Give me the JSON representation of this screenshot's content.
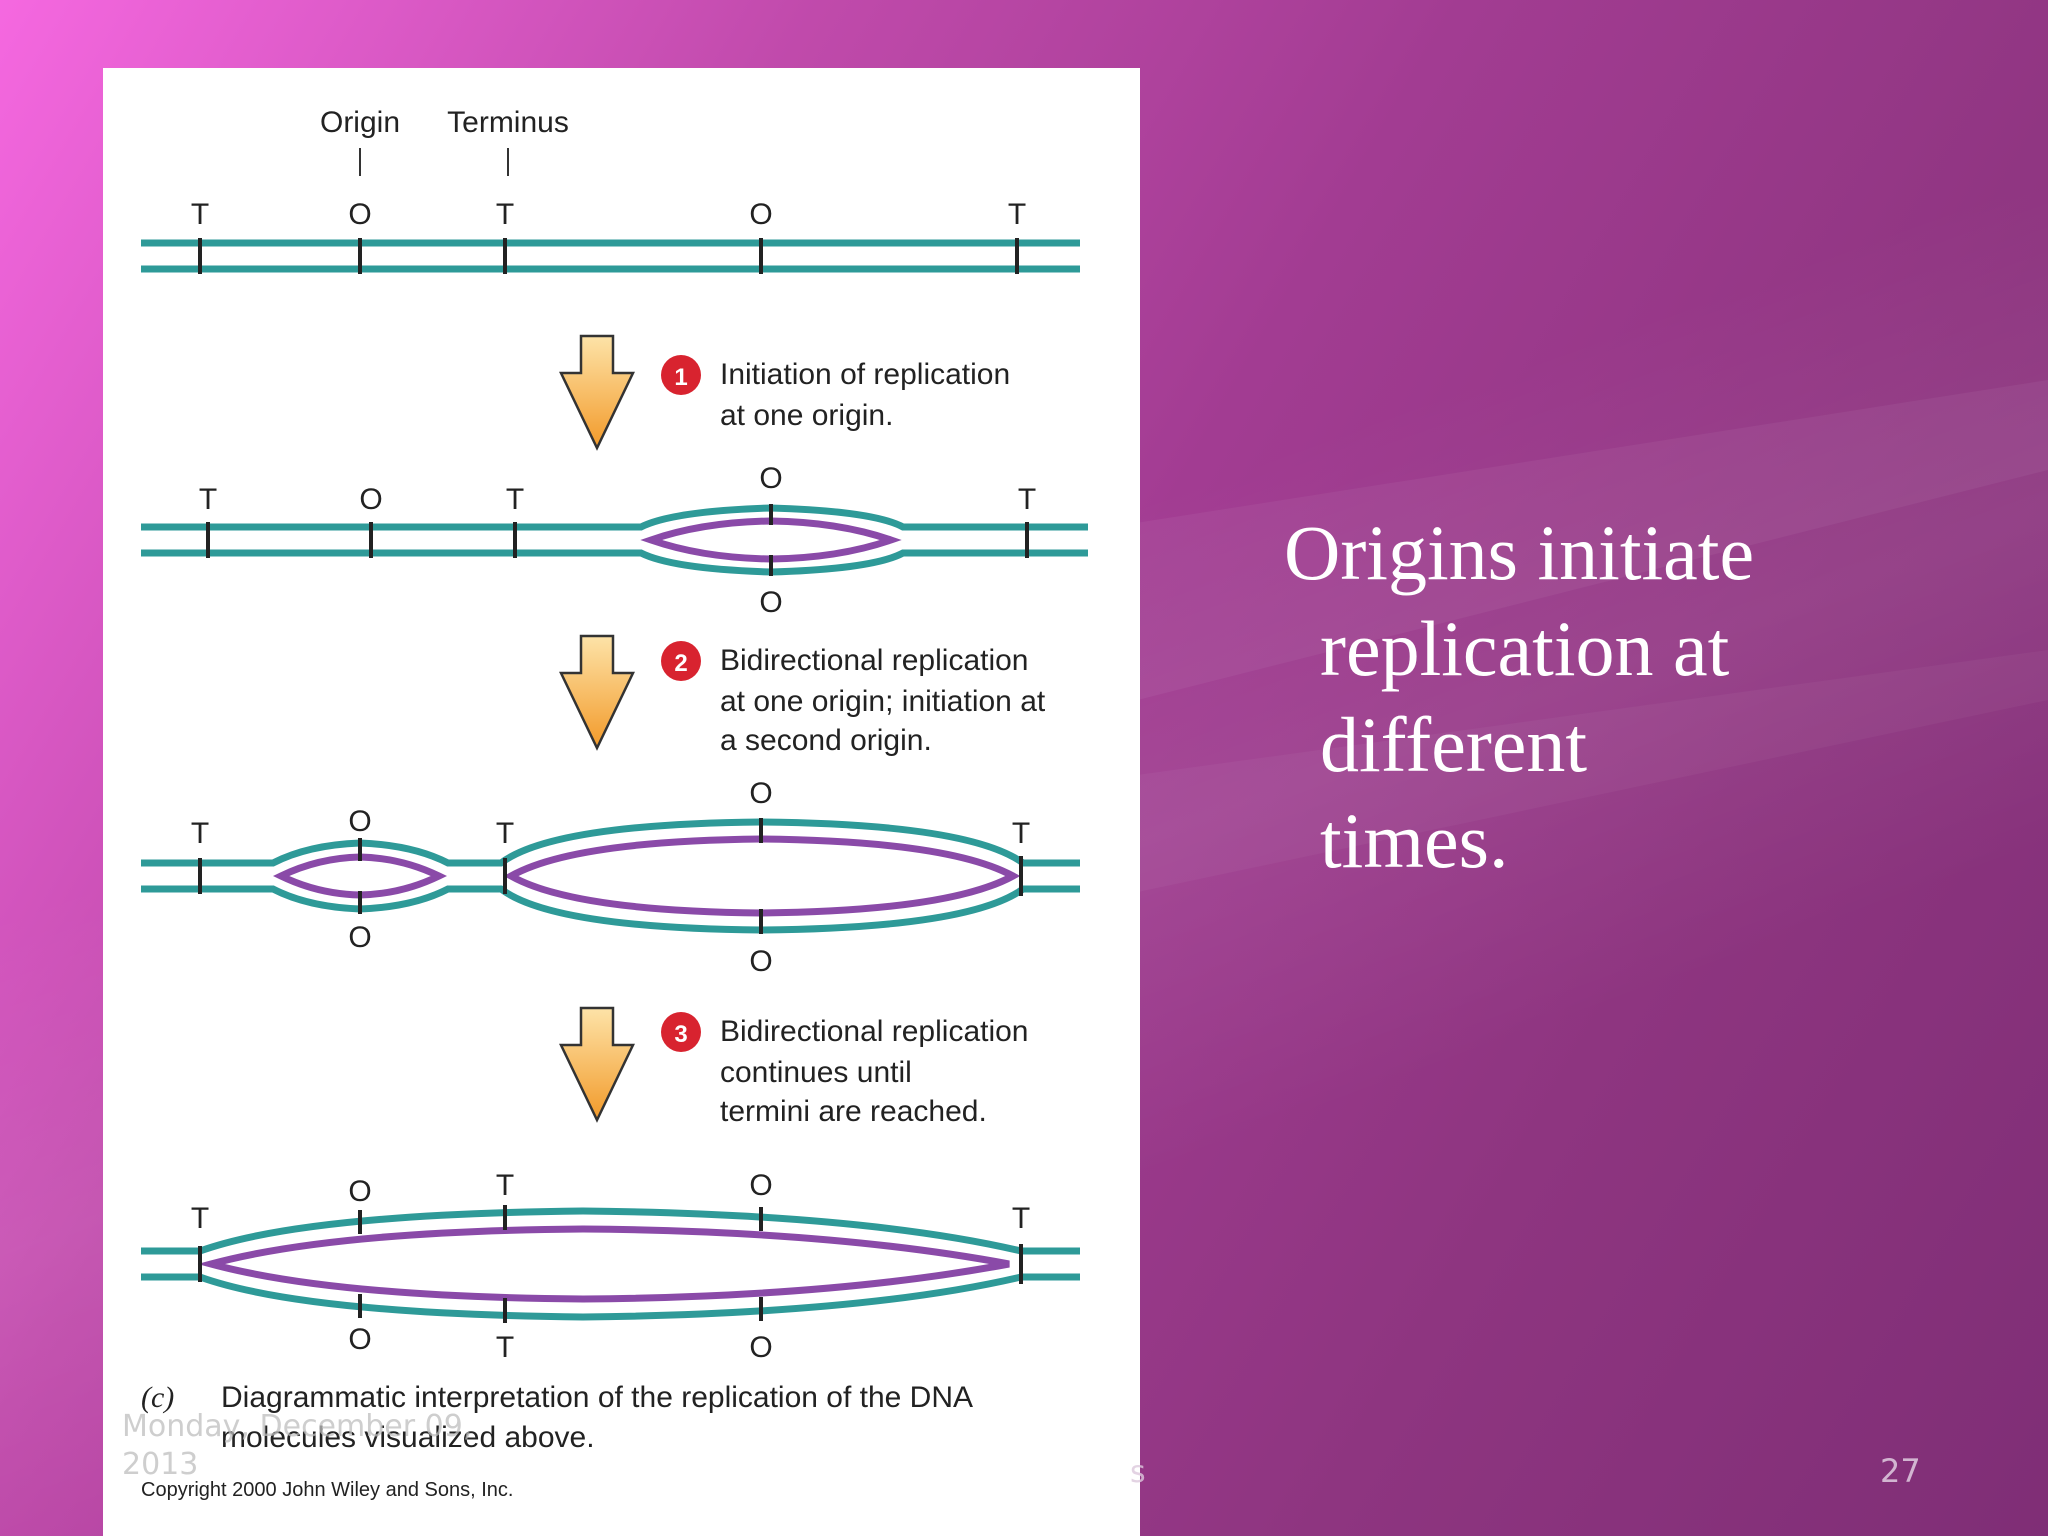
{
  "slide": {
    "title_lines": [
      "Origins initiate",
      "replication at",
      "different",
      "times."
    ],
    "footer_date": "Monday, December 09, 2013",
    "footer_middle": "s",
    "page_number": "27"
  },
  "figure": {
    "header": {
      "origin_label": "Origin",
      "terminus_label": "Terminus"
    },
    "marker_O": "O",
    "marker_T": "T",
    "steps": [
      {
        "number": "1",
        "lines": [
          "Initiation of replication",
          "at one origin."
        ]
      },
      {
        "number": "2",
        "lines": [
          "Bidirectional replication",
          "at one origin; initiation at",
          "a second origin."
        ]
      },
      {
        "number": "3",
        "lines": [
          "Bidirectional replication",
          "continues until",
          "termini are reached."
        ]
      }
    ],
    "caption": {
      "panel_label": "(c)",
      "line1": "Diagrammatic interpretation of the replication of the DNA",
      "line2": "molecules visualized above."
    },
    "copyright": "Copyright 2000 John Wiley and Sons, Inc.",
    "colors": {
      "parental_strand": "#2e9a98",
      "new_strand": "#8a4aa8",
      "arrow_fill": "#f6a63a",
      "step_badge": "#d8232f"
    }
  }
}
